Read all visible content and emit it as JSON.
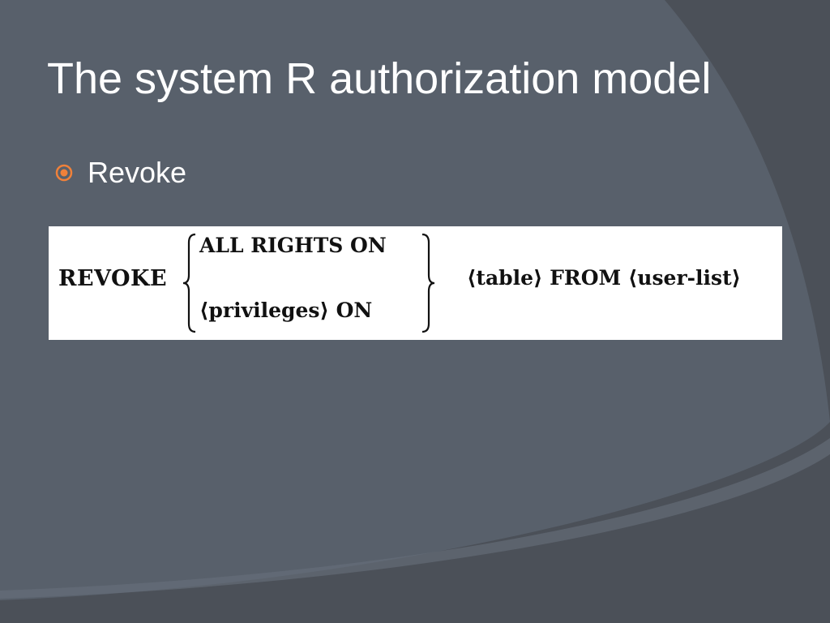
{
  "slide": {
    "title": "The system R authorization model",
    "bullets": [
      {
        "icon": "circle-bullet-icon",
        "text": "Revoke"
      }
    ]
  },
  "syntax_figure": {
    "keyword": "REVOKE",
    "alternatives": [
      "ALL RIGHTS ON",
      "⟨privileges⟩ ON"
    ],
    "tail": "⟨table⟩ FROM ⟨user-list⟩"
  },
  "colors": {
    "background": "#58606b",
    "background_dark": "#4b5058",
    "background_light": "#67707b",
    "title_text": "#ffffff",
    "bullet_accent": "#f0813a",
    "figure_background": "#ffffff"
  }
}
